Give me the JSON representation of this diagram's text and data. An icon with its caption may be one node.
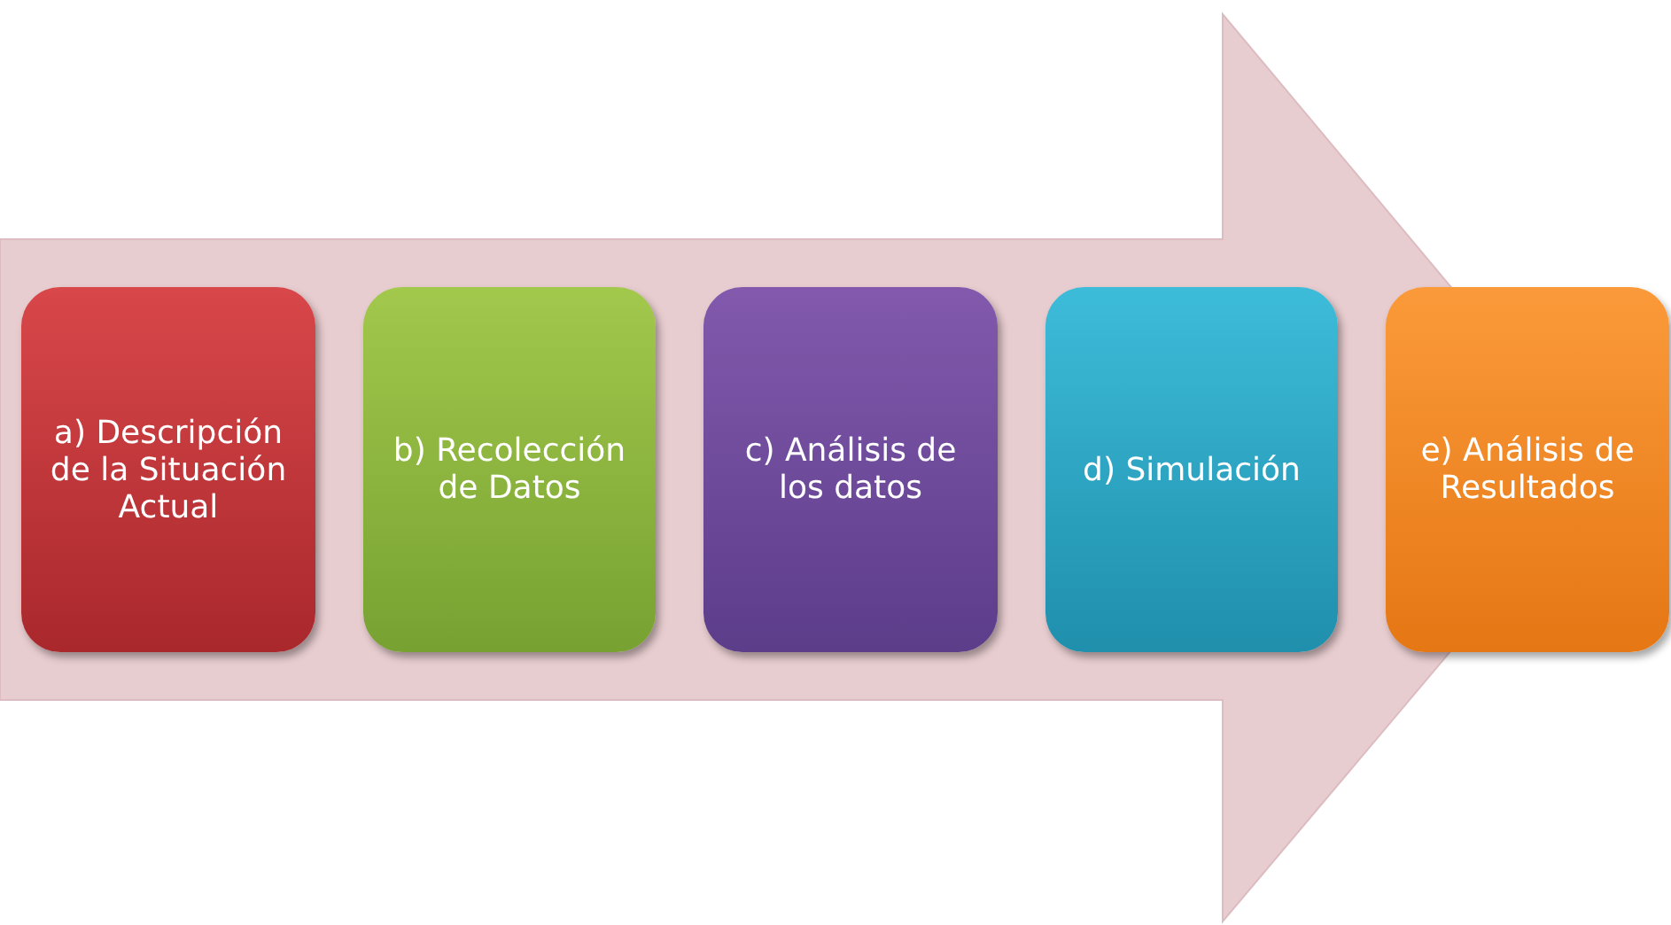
{
  "diagram": {
    "nodes": [
      {
        "text": [
          "a) Descripción de la Situación Actual"
        ]
      },
      {
        "text": [
          "b) Recolección de Datos"
        ]
      },
      {
        "text": [
          "c) Análisis de los datos"
        ]
      },
      {
        "text": [
          "d) Simulación"
        ]
      },
      {
        "text": [
          "e) Análisis de Resultados"
        ]
      }
    ],
    "edges": [
      {
        "from": 0,
        "to": 4,
        "arrow": "to"
      }
    ]
  }
}
